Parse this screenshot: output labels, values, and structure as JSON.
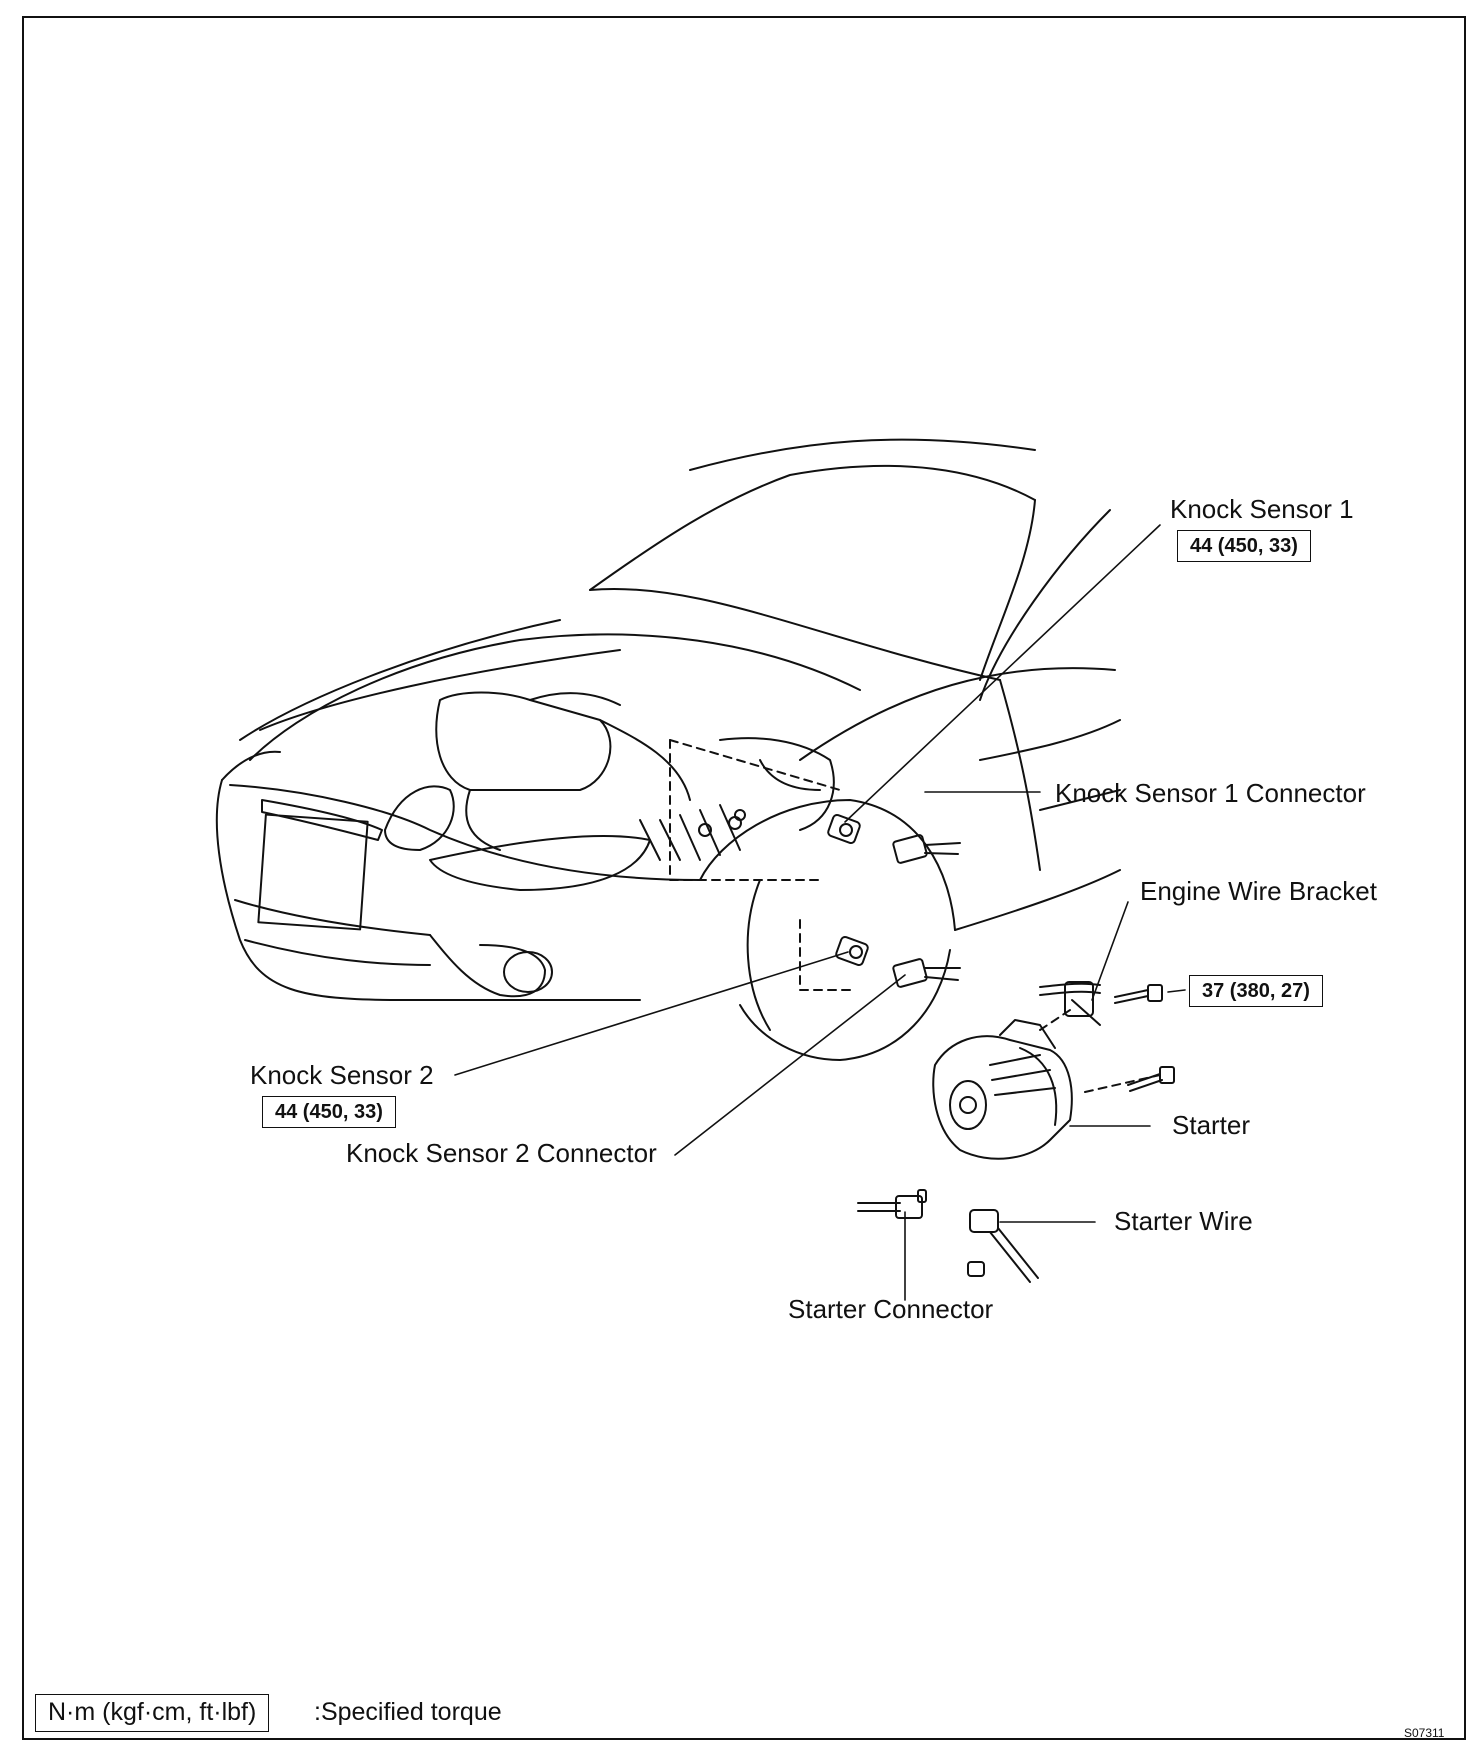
{
  "labels": {
    "knock_sensor_1": "Knock Sensor 1",
    "knock_sensor_1_connector": "Knock Sensor 1 Connector",
    "engine_wire_bracket": "Engine Wire Bracket",
    "knock_sensor_2": "Knock Sensor 2",
    "knock_sensor_2_connector": "Knock Sensor 2 Connector",
    "starter": "Starter",
    "starter_wire": "Starter Wire",
    "starter_connector": "Starter Connector"
  },
  "torques": {
    "knock_sensor_1": "44 (450, 33)",
    "knock_sensor_2": "44 (450, 33)",
    "starter_bolt": "37 (380, 27)"
  },
  "legend": {
    "unit": "N·m (kgf·cm, ft·lbf)",
    "meaning": ":Specified torque"
  },
  "figure_code": "S07311"
}
